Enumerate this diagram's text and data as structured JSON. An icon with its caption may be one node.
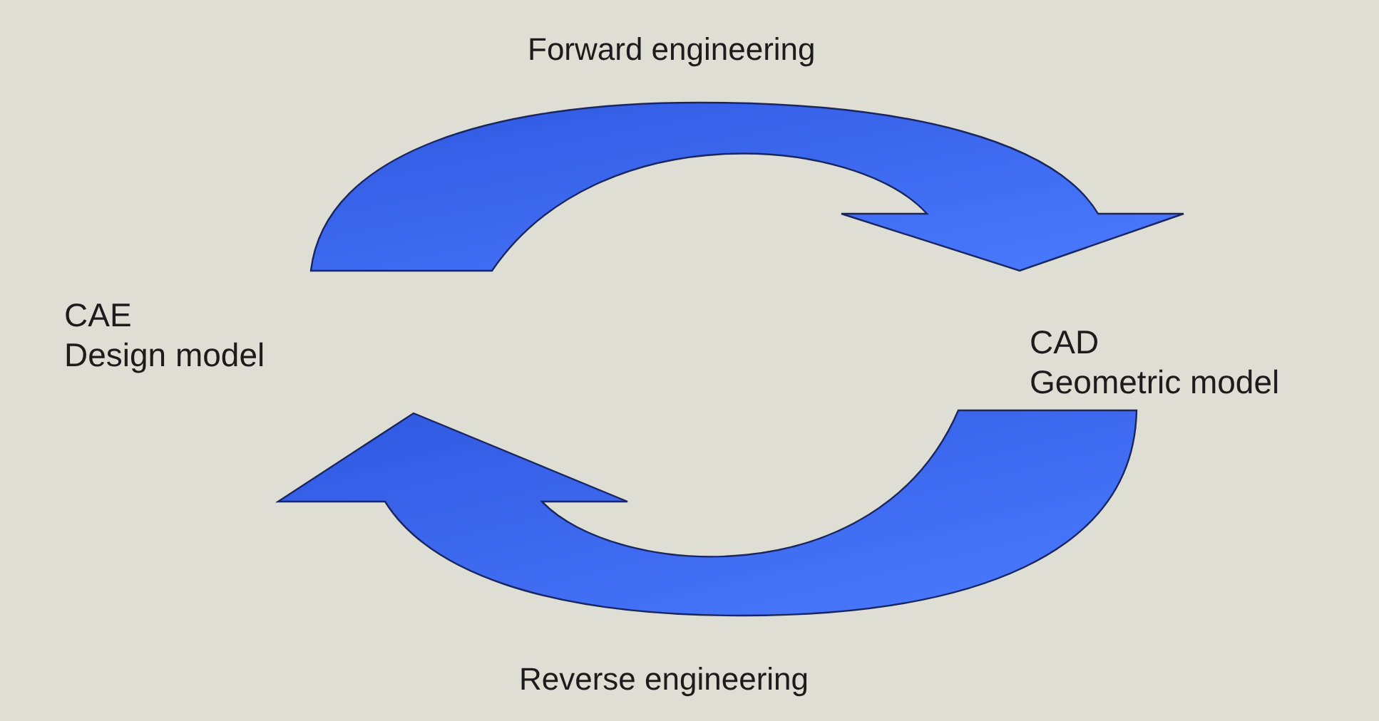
{
  "diagram": {
    "nodes": [
      {
        "text": [
          "CAE",
          "Design model"
        ]
      },
      {
        "text": [
          "CAD",
          "Geometric model"
        ]
      }
    ],
    "edges": [
      {
        "from": 0,
        "to": 1,
        "arrow": "to",
        "label": "Forward engineering"
      },
      {
        "from": 1,
        "to": 0,
        "arrow": "to",
        "label": "Reverse engineering"
      }
    ]
  }
}
